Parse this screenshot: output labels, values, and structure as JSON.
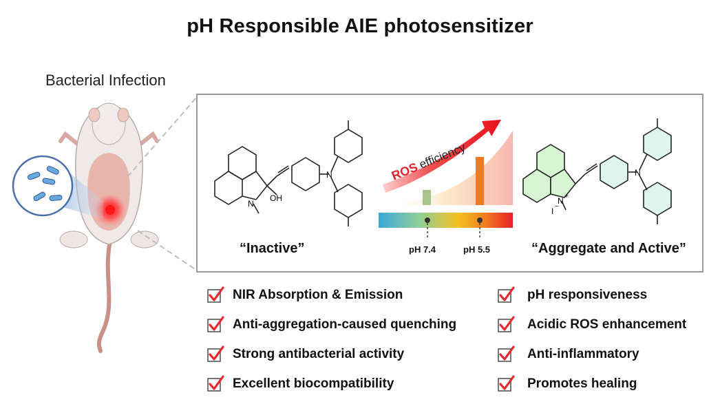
{
  "title": "pH Responsible AIE photosensitizer",
  "infection_label": "Bacterial Infection",
  "panel": {
    "left_label": "“Inactive”",
    "right_label": "“Aggregate and Active”",
    "ros_word": "ROS",
    "ros_word2": "efficiency",
    "ph_low": "pH 7.4",
    "ph_high": "pH 5.5",
    "left_atoms": {
      "n": "N",
      "oh": "OH",
      "n2": "N"
    },
    "right_atoms": {
      "n": "N",
      "plus": "+",
      "i": "I",
      "minus": "−",
      "n2": "N"
    }
  },
  "features_left": [
    "NIR Absorption & Emission",
    "Anti-aggregation-caused quenching",
    "Strong antibacterial activity",
    "Excellent biocompatibility"
  ],
  "features_right": [
    "pH responsiveness",
    "Acidic ROS enhancement",
    "Anti-inflammatory",
    "Promotes healing"
  ],
  "colors": {
    "check": "#e8262b",
    "panel_border": "#9a9a9a",
    "arrow": "#e8202a",
    "bar_low": "#a9c48a",
    "bar_high": "#f07a1e",
    "glow": "#ff2020",
    "aromatic_fill": "#d7f5d2"
  }
}
